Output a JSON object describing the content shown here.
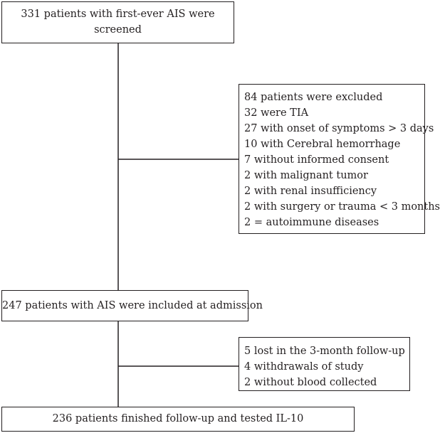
{
  "box_screened": {
    "lines": [
      "331 patients with first-ever AIS were",
      "screened"
    ]
  },
  "box_excluded": {
    "lines": [
      "84 patients were excluded",
      "32 were TIA",
      "27 with onset of symptoms > 3 days",
      "10 with Cerebral hemorrhage",
      "7 without informed consent",
      "2 with malignant tumor",
      "2 with renal insufficiency",
      "2 with surgery or trauma < 3 months",
      "2 = autoimmune diseases"
    ]
  },
  "box_included": {
    "text": "247 patients with AIS were included at admission"
  },
  "box_lost": {
    "lines": [
      "5 lost in the 3-month follow-up",
      "4 withdrawals of study",
      "2 without blood collected"
    ]
  },
  "box_finished": {
    "text": "236 patients finished follow-up and tested IL-10"
  },
  "colors": {
    "stroke": "#231f20",
    "background": "#ffffff"
  }
}
